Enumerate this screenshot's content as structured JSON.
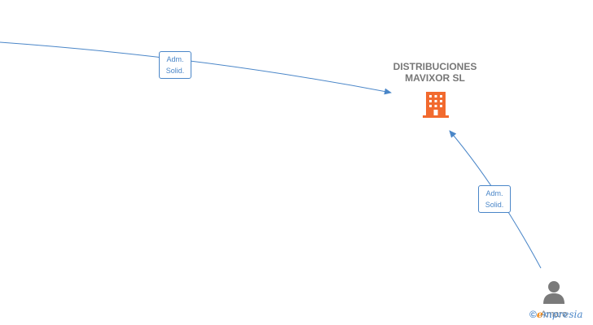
{
  "company": {
    "name_line1": "DISTRIBUCIONES",
    "name_line2": "MAVIXOR  SL",
    "icon": "building-icon",
    "icon_color": "#f26a2e"
  },
  "edges": [
    {
      "label_line1": "Adm.",
      "label_line2": "Solid."
    },
    {
      "label_line1": "Adm.",
      "label_line2": "Solid."
    }
  ],
  "person": {
    "icon": "person-icon",
    "name": "Amaro",
    "icon_color": "#7a7a7a"
  },
  "watermark": {
    "copyright": "©",
    "brand_e": "e",
    "brand_rest": "mpresia"
  },
  "colors": {
    "edge": "#4a86c8",
    "label_text": "#4a86c8",
    "company_text": "#777777"
  }
}
